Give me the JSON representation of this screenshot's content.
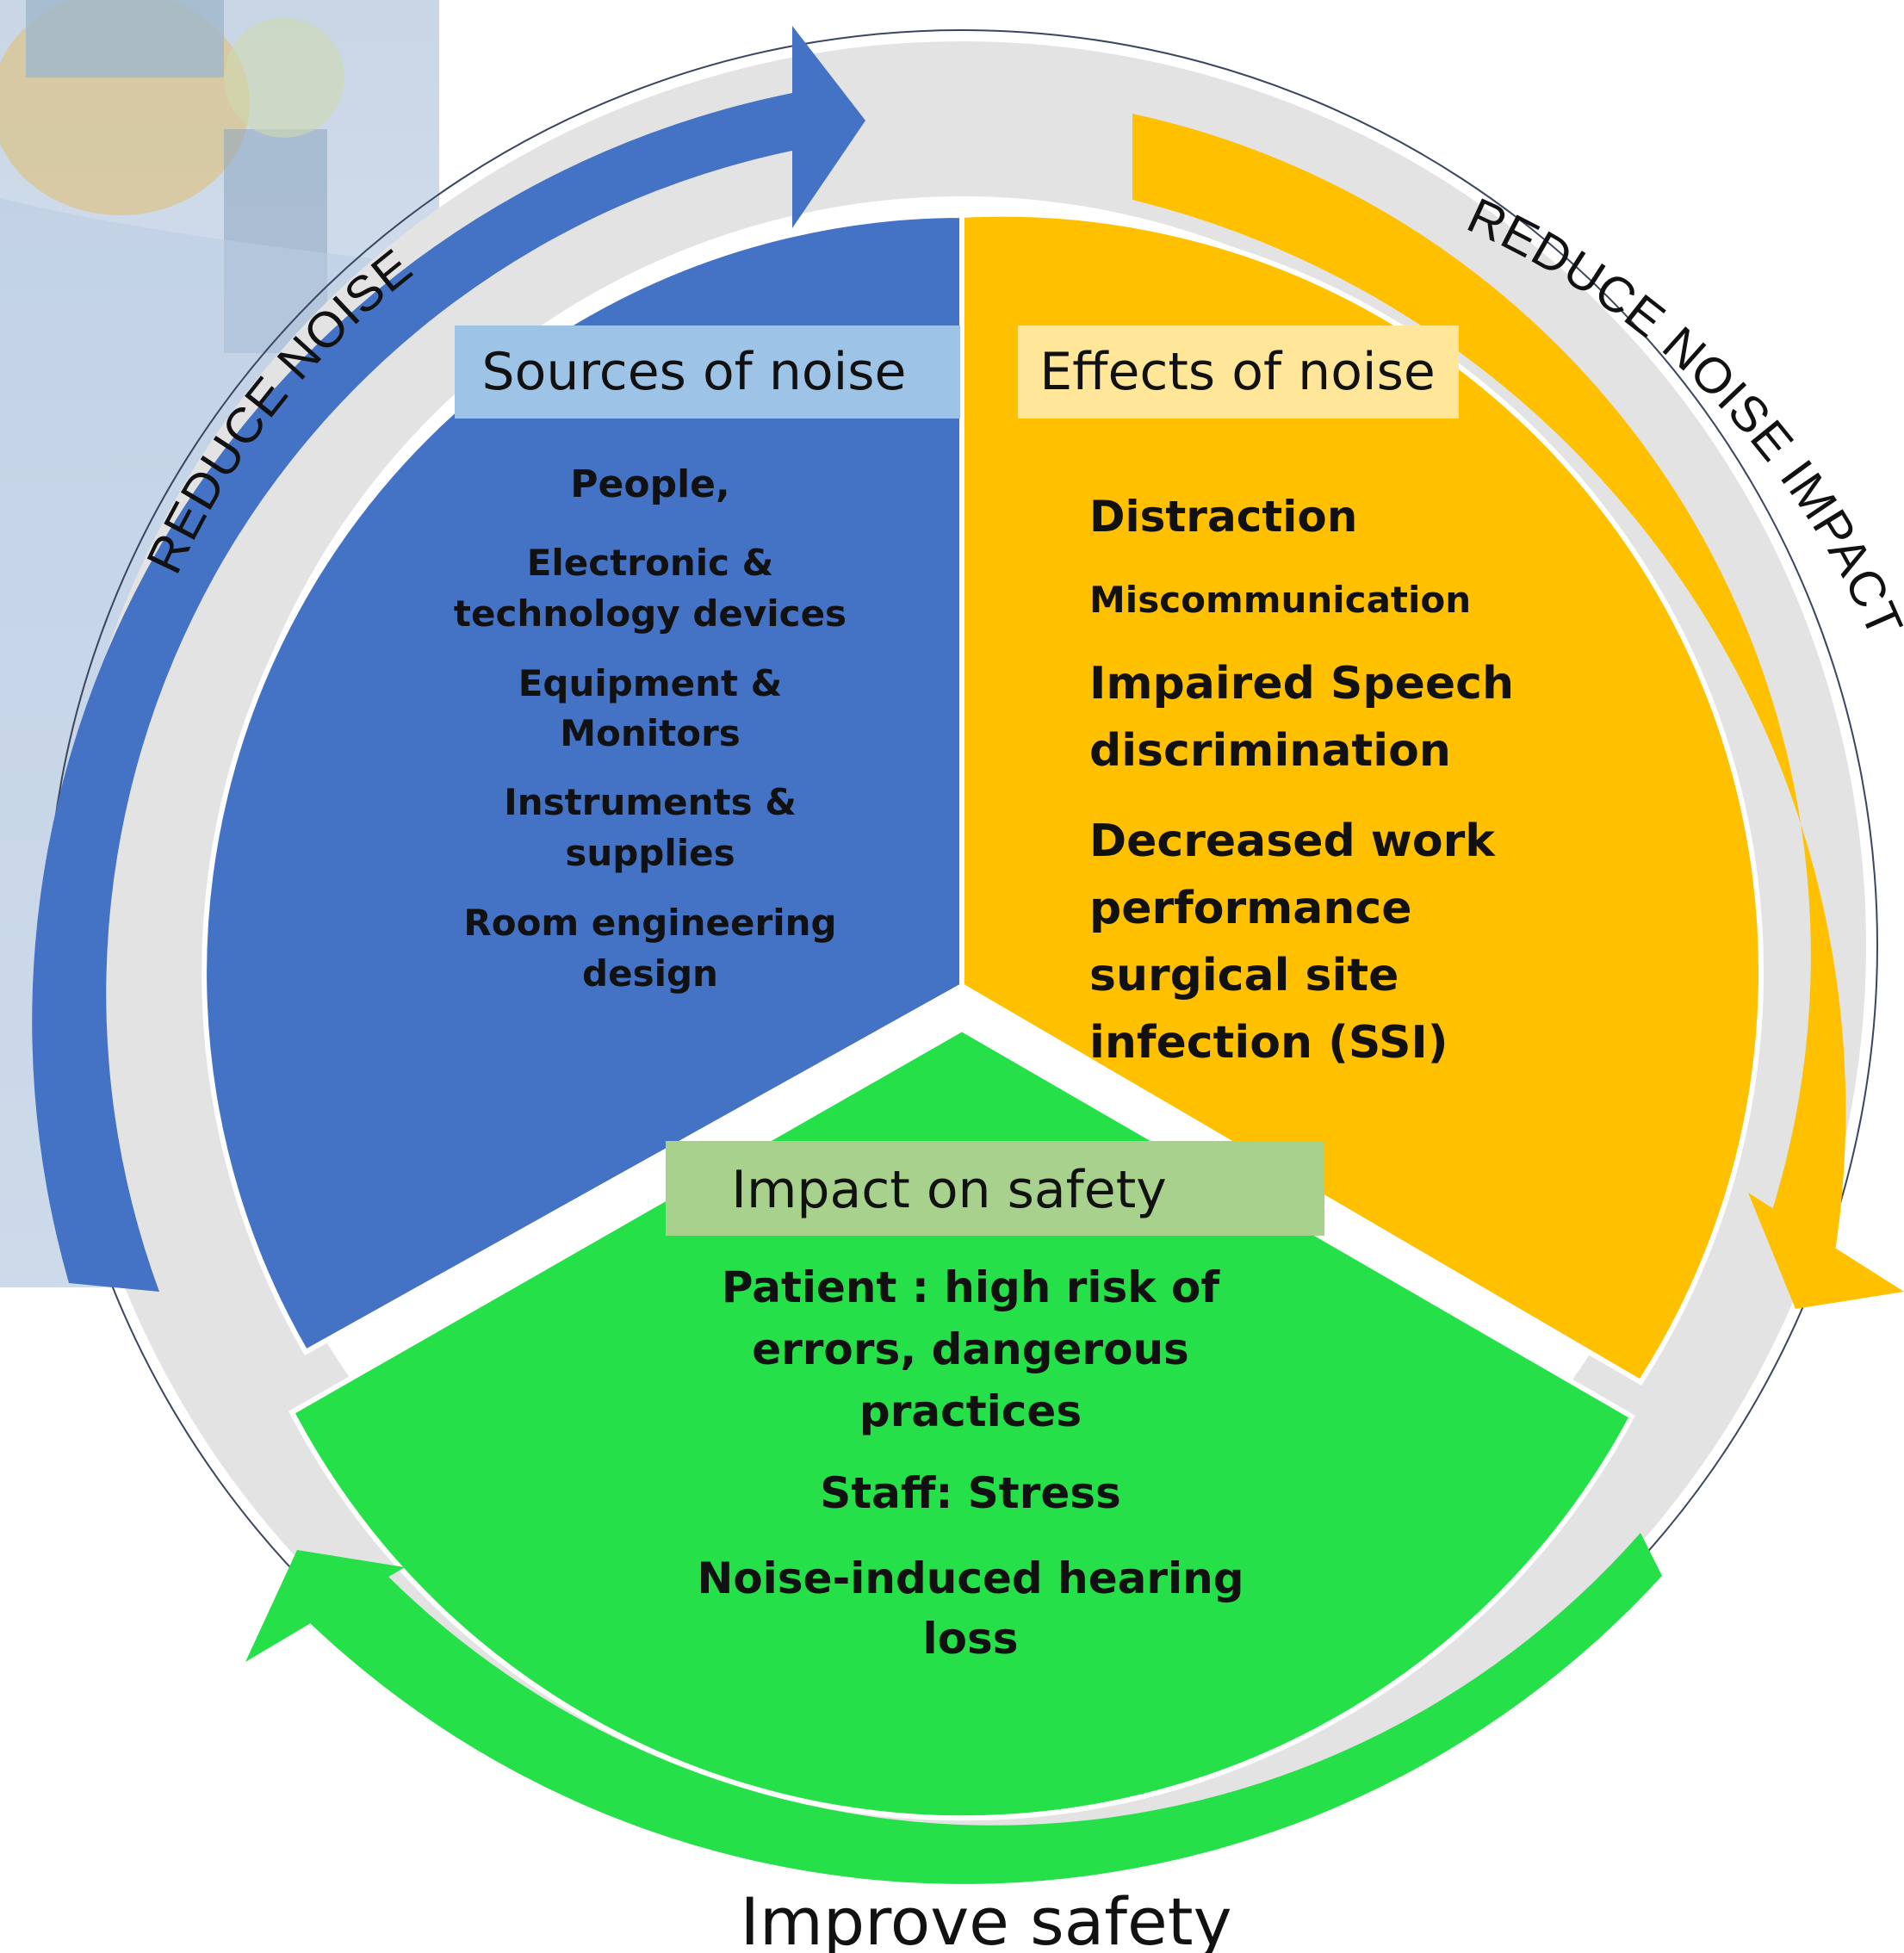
{
  "colors": {
    "blue": "#4472c4",
    "orange": "#ffc000",
    "green": "#26e04a",
    "ring": "#e3e3e3",
    "blue_label": "#9dc3e6",
    "orange_label": "#ffe699",
    "green_label": "#a9d18e"
  },
  "photo": {
    "icon": "surgeon-photo"
  },
  "arrows": {
    "blue": "REDUCE NOISE",
    "orange": "REDUCE NOISE IMPACT",
    "green": "Improve safety"
  },
  "sources": {
    "title": "Sources of noise",
    "items": [
      "People,",
      "Electronic &",
      "technology devices",
      "Equipment &",
      "Monitors",
      "Instruments  &",
      "supplies",
      "Room engineering",
      "design"
    ]
  },
  "effects": {
    "title": "Effects of noise",
    "items": [
      "Distraction",
      "Miscommunication",
      "Impaired Speech",
      "discrimination",
      "Decreased work",
      "performance",
      "surgical site",
      "infection (SSI)"
    ]
  },
  "impact": {
    "title": "Impact on safety",
    "items": [
      "Patient : high risk of",
      "errors, dangerous",
      "practices",
      "Staff: Stress",
      "Noise-induced  hearing",
      "loss"
    ]
  }
}
